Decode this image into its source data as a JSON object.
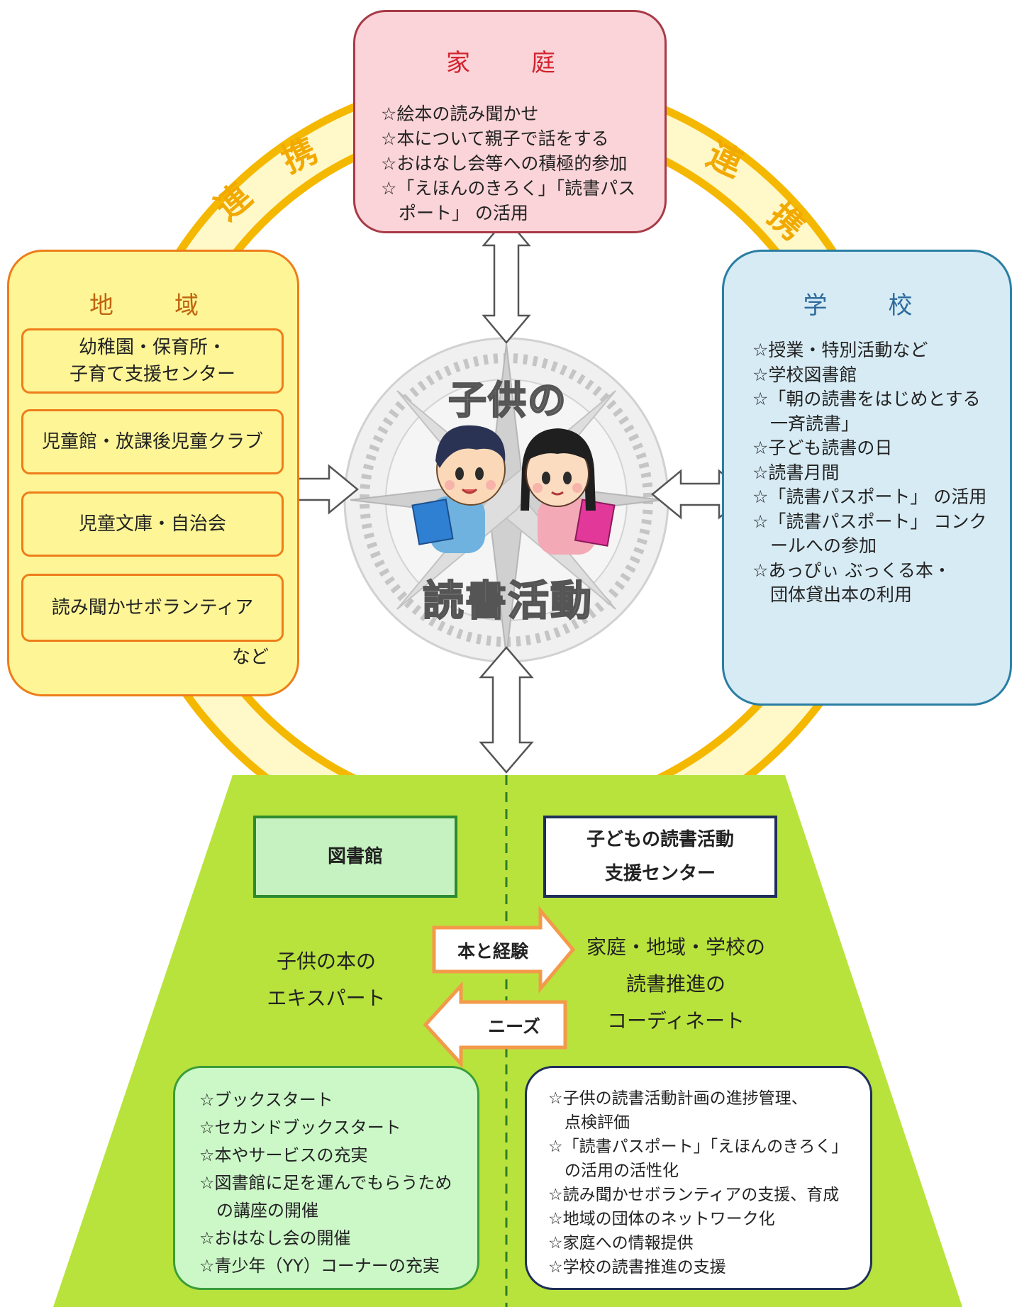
{
  "katei": {
    "title": "家　庭",
    "items": [
      "☆絵本の読み聞かせ",
      "☆本について親子で話をする",
      "☆おはなし会等への積極的参加",
      "☆「えほんのきろく」「読書パス",
      "　ポート」 の活用"
    ]
  },
  "chiiki": {
    "title": "地　域",
    "boxes": [
      [
        "幼稚園・保育所・",
        "子育て支援センター"
      ],
      [
        "児童館・放課後児童クラブ"
      ],
      [
        "児童文庫・自治会"
      ],
      [
        "読み聞かせボランティア"
      ]
    ],
    "etc": "など"
  },
  "gakko": {
    "title": "学　校",
    "items": [
      "☆授業・特別活動など",
      "☆学校図書館",
      "☆「朝の読書をはじめとする",
      "　一斉読書」",
      "☆子ども読書の日",
      "☆読書月間",
      "☆「読書パスポート」 の活用",
      "☆「読書パスポート」 コンク",
      "　ールへの参加",
      "☆あっぴぃ ぶっくる本・",
      "　団体貸出本の利用"
    ]
  },
  "renkei": [
    "連",
    "携",
    "連",
    "携"
  ],
  "center": {
    "line1": "子供の",
    "line2": "読書活動"
  },
  "library": {
    "label": "図書館",
    "desc": [
      "子供の本の",
      "エキスパート"
    ],
    "items": [
      "☆ブックスタート",
      "☆セカンドブックスタート",
      "☆本やサービスの充実",
      "☆図書館に足を運んでもらうため",
      "　の講座の開催",
      "☆おはなし会の開催",
      "☆青少年（YY）コーナーの充実"
    ]
  },
  "support_center": {
    "label": [
      "子どもの読書活動",
      "支援センター"
    ],
    "desc": [
      "家庭・地域・学校の",
      "読書推進の",
      "コーディネート"
    ],
    "items": [
      "☆子供の読書活動計画の進捗管理、",
      "　点検評価",
      "☆「読書パスポート」「えほんのきろく」",
      "　の活用の活性化",
      "☆読み聞かせボランティアの支援、育成",
      "☆地域の団体のネットワーク化",
      "☆家庭への情報提供",
      "☆学校の読書推進の支援"
    ]
  },
  "arrows": {
    "right_label": "本と経験",
    "left_label": "ニーズ"
  },
  "colors": {
    "ring": "#f5b800",
    "ring_fill": "#fff8c8",
    "trapezoid": "#b8e33c",
    "katei_fill": "#fad4d8",
    "chiiki_fill": "#fdf596",
    "gakko_fill": "#d7ebf4",
    "arrow_orange": "#f39a4a"
  }
}
